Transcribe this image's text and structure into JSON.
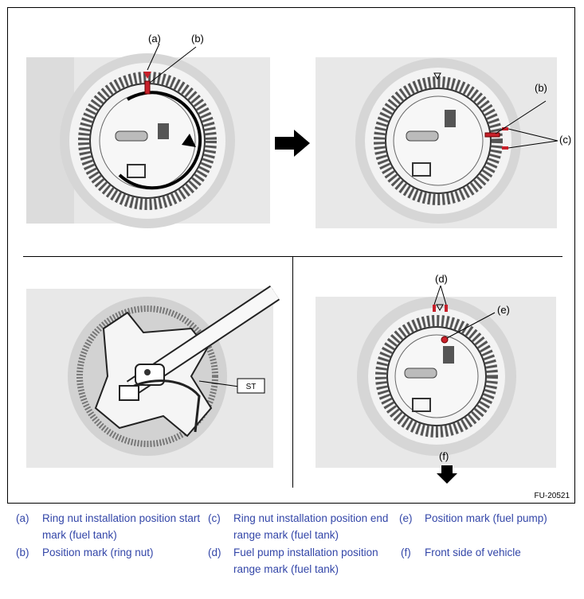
{
  "figure": {
    "id": "FU-20521",
    "callouts": {
      "a": "(a)",
      "b": "(b)",
      "c": "(c)",
      "d": "(d)",
      "e": "(e)",
      "f": "(f)",
      "st": "ST"
    },
    "colors": {
      "mark_red": "#c8202a",
      "ring_dark": "#2a2a2a",
      "ring_mid": "#7a7a7a",
      "photo_bg": "#e6e6e6"
    },
    "icons": [
      "next-step-arrow",
      "rotation-arrow",
      "front-direction-arrow"
    ]
  },
  "legend": [
    {
      "letter": "(a)",
      "text": "Ring nut installation position start mark (fuel tank)"
    },
    {
      "letter": "(c)",
      "text": "Ring nut installation position end range mark (fuel tank)"
    },
    {
      "letter": "(e)",
      "text": "Position mark (fuel pump)"
    },
    {
      "letter": "(b)",
      "text": "Position mark (ring nut)"
    },
    {
      "letter": "(d)",
      "text": "Fuel pump installation position range mark (fuel tank)"
    },
    {
      "letter": "(f)",
      "text": "Front side of vehicle"
    }
  ]
}
